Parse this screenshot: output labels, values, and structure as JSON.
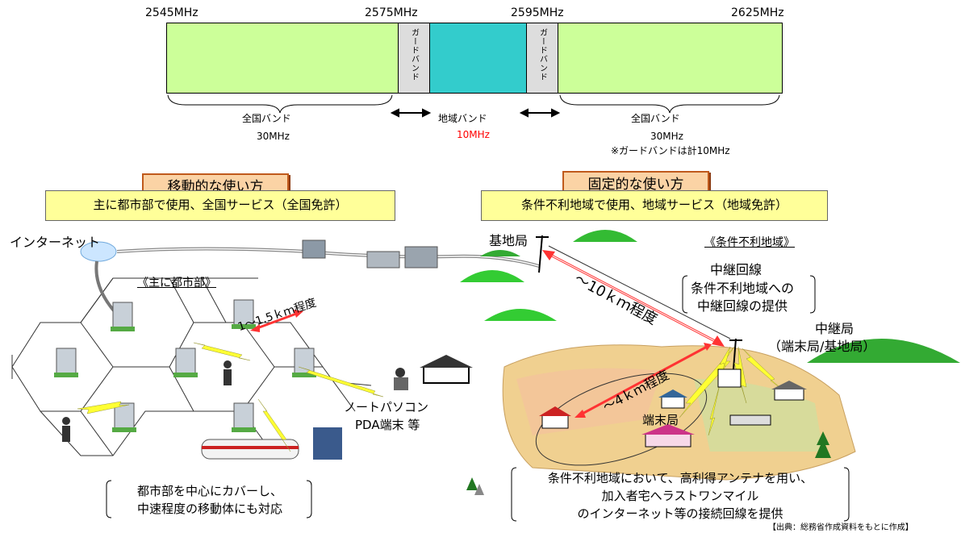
{
  "spectrum": {
    "freq_labels": [
      "2545MHz",
      "2575MHz",
      "2595MHz",
      "2625MHz"
    ],
    "guard_band_label": "ガードバンド",
    "national_band_label": "全国バンド",
    "national_band_width": "30MHz",
    "regional_band_label": "地域バンド",
    "regional_band_width": "10MHz",
    "guard_note": "※ガードバンドは計10MHz",
    "colors": {
      "national": "#ccff99",
      "regional": "#33cccc",
      "guard": "#dddddd",
      "highlight": "#ff0000"
    }
  },
  "mobile": {
    "title": "移動的な使い方",
    "description": "主に都市部で使用、全国サービス（全国免許）",
    "internet_label": "インターネット",
    "urban_label": "《主に都市部》",
    "distance_label": "1～1.5ｋｍ程度",
    "device_label_line1": "ノートパソコン",
    "device_label_line2": "PDA端末 等",
    "note_line1": "都市部を中心にカバーし、",
    "note_line2": "中速程度の移動体にも対応"
  },
  "fixed": {
    "title": "固定的な使い方",
    "description": "条件不利地域で使用、地域サービス（地域免許）",
    "base_station_label": "基地局",
    "area_label": "《条件不利地域》",
    "relay_line_label": "中継回線",
    "relay_note_line1": "条件不利地域への",
    "relay_note_line2": "中継回線の提供",
    "long_distance_label": "～10ｋｍ程度",
    "relay_station_label": "中継局",
    "relay_station_sub": "（端末局/基地局）",
    "short_distance_label": "～4ｋｍ程度",
    "terminal_label": "端末局",
    "note_line1": "条件不利地域において、高利得アンテナを用い、",
    "note_line2": "加入者宅へラストワンマイル",
    "note_line3": "のインターネット等の接続回線を提供"
  },
  "source": "【出典：総務省作成資料をもとに作成】"
}
